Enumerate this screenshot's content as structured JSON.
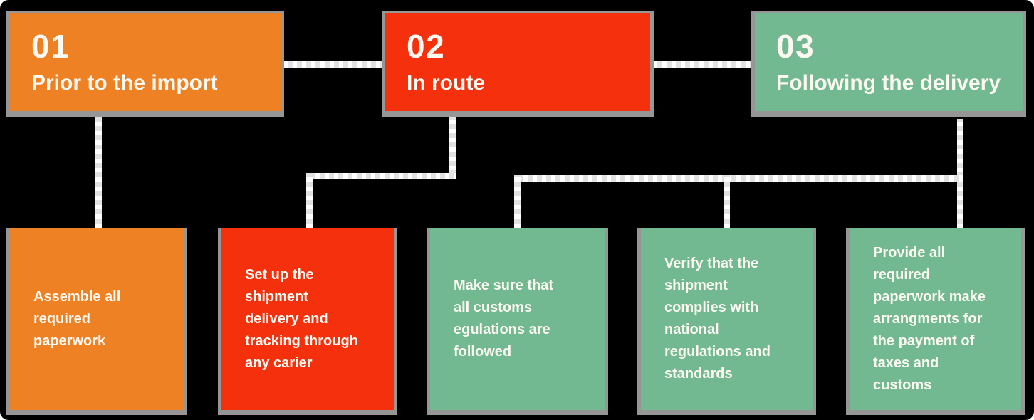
{
  "colors": {
    "orange": "#EE8124",
    "red": "#F5300D",
    "green": "#72B890",
    "border_gray": "#969696",
    "connector_gray": "#E2E2E2",
    "text": "#FCF9F3",
    "canvas_background": "#000000"
  },
  "steps": [
    {
      "number": "01",
      "title": "Prior to the import",
      "color": "orange"
    },
    {
      "number": "02",
      "title": "In route",
      "color": "red"
    },
    {
      "number": "03",
      "title": "Following the delivery",
      "color": "green"
    }
  ],
  "details": [
    {
      "text": "Assemble all\nrequired\npaperwork",
      "color": "orange"
    },
    {
      "text": "Set up the\nshipment\ndelivery and\ntracking through\nany carier",
      "color": "red"
    },
    {
      "text": "Make sure that\nall customs\negulations are\nfollowed",
      "color": "green"
    },
    {
      "text": "Verify that the\nshipment\ncomplies with\nnational\nregulations and\nstandards",
      "color": "green"
    },
    {
      "text": "Provide all\nrequired\npaperwork make\narrangments for\nthe payment of\ntaxes and\ncustoms",
      "color": "green"
    }
  ]
}
